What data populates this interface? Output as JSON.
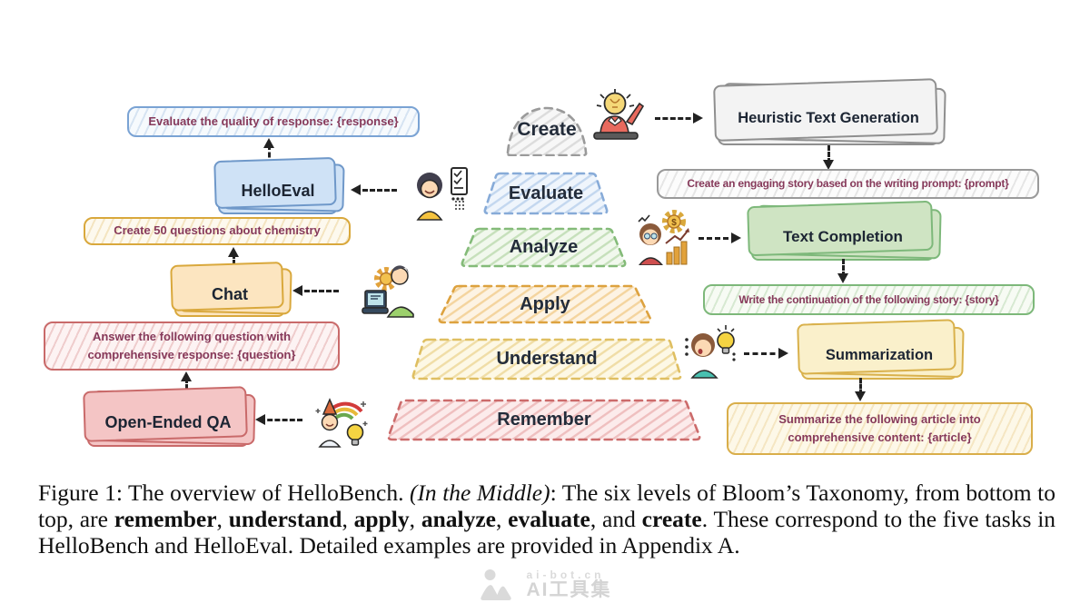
{
  "palette": {
    "blue_border": "#7aa3d4",
    "blue_card_fill": "#cfe2f6",
    "gold_border": "#d9a83c",
    "gold_card_fill": "#fce5c0",
    "red_border": "#c96a6a",
    "red_card_fill": "#f4c5c5",
    "green_border": "#7db87a",
    "green_card_fill": "#cfe4c3",
    "gray_border": "#8f8f8f",
    "gray_card_fill": "#f3f3f3",
    "cream_border": "#d9b14c",
    "cream_card_fill": "#faf0cb",
    "prompt_text": "#86395a",
    "ink": "#1c2533",
    "arrow": "#222222"
  },
  "left_column": {
    "helloeval": {
      "prompt": "Evaluate the quality of response: {response}",
      "task": "HelloEval"
    },
    "chat": {
      "prompt": "Create 50 questions about chemistry",
      "task": "Chat"
    },
    "open_ended_qa": {
      "prompt": "Answer the following question with comprehensive response: {question}",
      "task": "Open-Ended QA"
    }
  },
  "pyramid": {
    "levels": [
      {
        "label": "Create",
        "color": "gray"
      },
      {
        "label": "Evaluate",
        "color": "blue"
      },
      {
        "label": "Analyze",
        "color": "green"
      },
      {
        "label": "Apply",
        "color": "orange"
      },
      {
        "label": "Understand",
        "color": "paleyellow"
      },
      {
        "label": "Remember",
        "color": "red"
      }
    ]
  },
  "right_column": {
    "heuristic_text_generation": {
      "task": "Heuristic Text Generation",
      "prompt": "Create an engaging story based on the writing prompt: {prompt}"
    },
    "text_completion": {
      "task": "Text Completion",
      "prompt": "Write the continuation of the following story: {story}"
    },
    "summarization": {
      "task": "Summarization",
      "prompt": "Summarize the following article into comprehensive content: {article}"
    }
  },
  "icons": {
    "evaluate": "annotator-with-checklist",
    "chat": "person-at-computer-with-gear",
    "open_ended_qa": "person-with-rainbow-and-lightbulb",
    "create": "person-with-lightbulb-head-raising-hand",
    "analyze": "analyst-with-dollar-gear-and-chart",
    "understand": "person-speaking-with-lightbulb"
  },
  "caption": {
    "segments": {
      "s1": "Figure 1: The overview of HelloBench. ",
      "s2": "(In the Middle)",
      "s3": ": The six levels of Bloom’s Taxonomy, from bottom to top, are ",
      "b1": "remember",
      "c1": ", ",
      "b2": "understand",
      "c2": ", ",
      "b3": "apply",
      "c3": ", ",
      "b4": "analyze",
      "c4": ", ",
      "b5": "evaluate",
      "c5": ", and ",
      "b6": "create",
      "s4": ". These correspond to the five tasks in HelloBench and HelloEval. Detailed examples are provided in Appendix A."
    }
  },
  "watermark": {
    "site": "ai-bot.cn",
    "brand": "AI工具集"
  }
}
